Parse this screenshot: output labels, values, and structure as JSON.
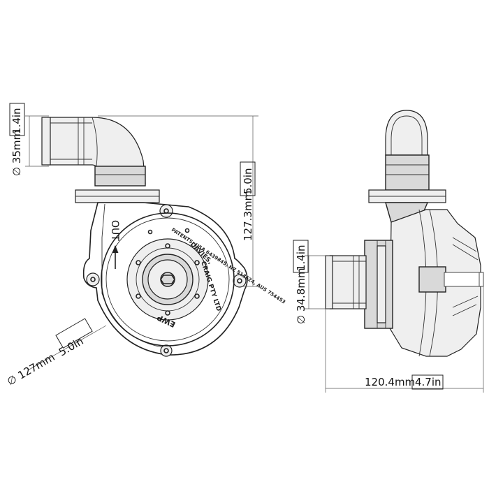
{
  "dimensions": {
    "inlet_diameter": {
      "metric": "∅ 35mm",
      "imperial": "1.4in"
    },
    "height": {
      "metric": "127.3mm",
      "imperial": "5.0in"
    },
    "housing_diameter": {
      "metric": "∅ 127mm",
      "imperial": "5.0in"
    },
    "outlet_diameter": {
      "metric": "∅ 34.8mm",
      "imperial": "1.4in"
    },
    "depth": {
      "metric": "120.4mm",
      "imperial": "4.7in"
    }
  },
  "body_markings": {
    "out_label": "OUT",
    "patents": "PATENTS: USA 6439845, NZ 513624, AUS 754453",
    "maker_line1": "DAVIES,",
    "maker_line2": "CRAIG PTY LTD",
    "model": "EWP"
  }
}
